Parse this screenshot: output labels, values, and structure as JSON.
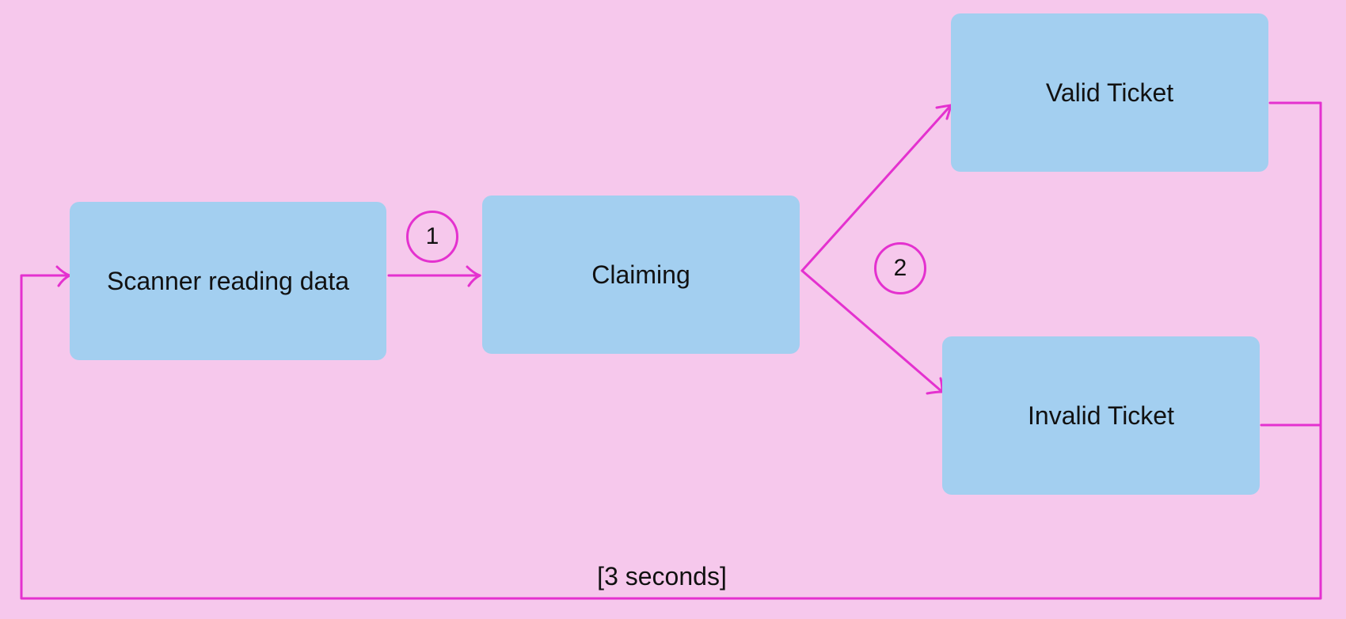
{
  "nodes": {
    "scanner": "Scanner reading data",
    "claiming": "Claiming",
    "valid": "Valid Ticket",
    "invalid": "Invalid Ticket"
  },
  "markers": {
    "step1": "1",
    "step2": "2"
  },
  "loop_label": "[3 seconds]",
  "colors": {
    "background": "#f6c8ec",
    "node_fill": "#a3cff0",
    "connector": "#e431cf",
    "text": "#111111"
  }
}
